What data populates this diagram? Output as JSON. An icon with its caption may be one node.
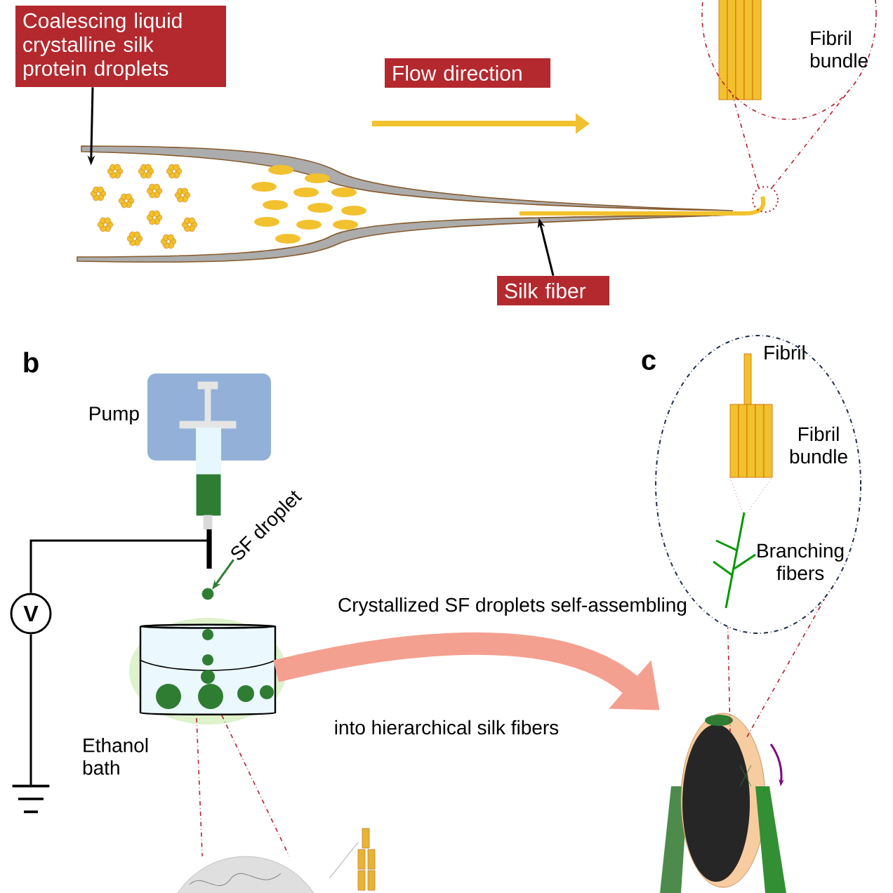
{
  "diagram": {
    "nodes": [
      {
        "text": [
          "Coalescing liquid crystalline silk protein droplets"
        ]
      },
      {
        "text": [
          "Flow direction"
        ]
      },
      {
        "text": [
          "Silk fiber"
        ]
      },
      {
        "text": [
          "Fibril bundle"
        ]
      },
      {
        "text": [
          "Pump"
        ]
      },
      {
        "text": [
          "SF droplet"
        ]
      },
      {
        "text": [
          "V"
        ]
      },
      {
        "text": [],
        "shape": "ground"
      },
      {
        "text": [],
        "shape": "cylinder",
        "beside": [
          "Ethanol bath"
        ]
      },
      {
        "text": [],
        "shape": "picture"
      },
      {
        "text": [
          "Fibril",
          "Fibril bundle",
          "Branching fibers"
        ]
      },
      {
        "text": [],
        "shape": "picture"
      },
      {
        "text": [],
        "shape": "picture"
      },
      {
        "text": [],
        "shape": "circle"
      },
      {
        "text": [],
        "shape": "picture"
      },
      {
        "text": [],
        "shape": "circle"
      }
    ],
    "edges": [
      {
        "from": 0,
        "to": 11,
        "arrow": "to",
        "color": "#000000"
      },
      {
        "from": 2,
        "to": 12,
        "arrow": "to",
        "color": "#000000"
      },
      {
        "from": 5,
        "to": 15,
        "arrow": "to",
        "color": "#2e7d32"
      },
      {
        "from": 4,
        "to": 6,
        "arrow": "none",
        "color": "#000000"
      },
      {
        "from": 6,
        "to": 7,
        "arrow": "none",
        "color": "#000000"
      },
      {
        "from": 8,
        "to": 9,
        "arrow": "to",
        "style": "thick",
        "color": "#f4a090"
      },
      {
        "from": 13,
        "to": 3,
        "arrow": "none",
        "style": "dashed"
      },
      {
        "from": 13,
        "to": 3,
        "arrow": "none",
        "style": "dashed"
      },
      {
        "from": 8,
        "to": 14,
        "arrow": "none",
        "style": "dashed"
      },
      {
        "from": 8,
        "to": 14,
        "arrow": "none",
        "style": "dashed"
      },
      {
        "from": 9,
        "to": 10,
        "arrow": "none",
        "style": "dashed"
      },
      {
        "from": 9,
        "to": 10,
        "arrow": "none",
        "style": "dashed"
      }
    ],
    "labels": [
      "b",
      "c",
      "Crystallized SF droplets self-assembling",
      "into hierarchical silk fibers"
    ]
  }
}
